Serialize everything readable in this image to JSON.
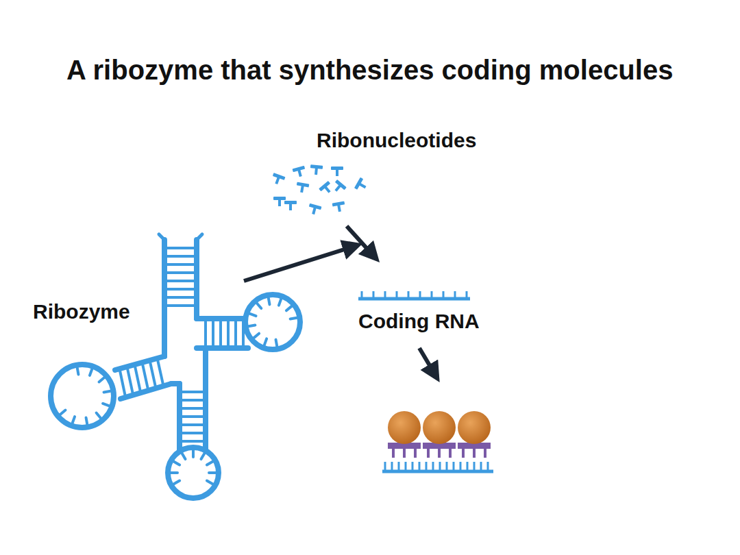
{
  "diagram": {
    "title": "A ribozyme that synthesizes coding molecules",
    "labels": [
      "Ribonucleotides",
      "Ribozyme",
      "Coding RNA"
    ]
  }
}
